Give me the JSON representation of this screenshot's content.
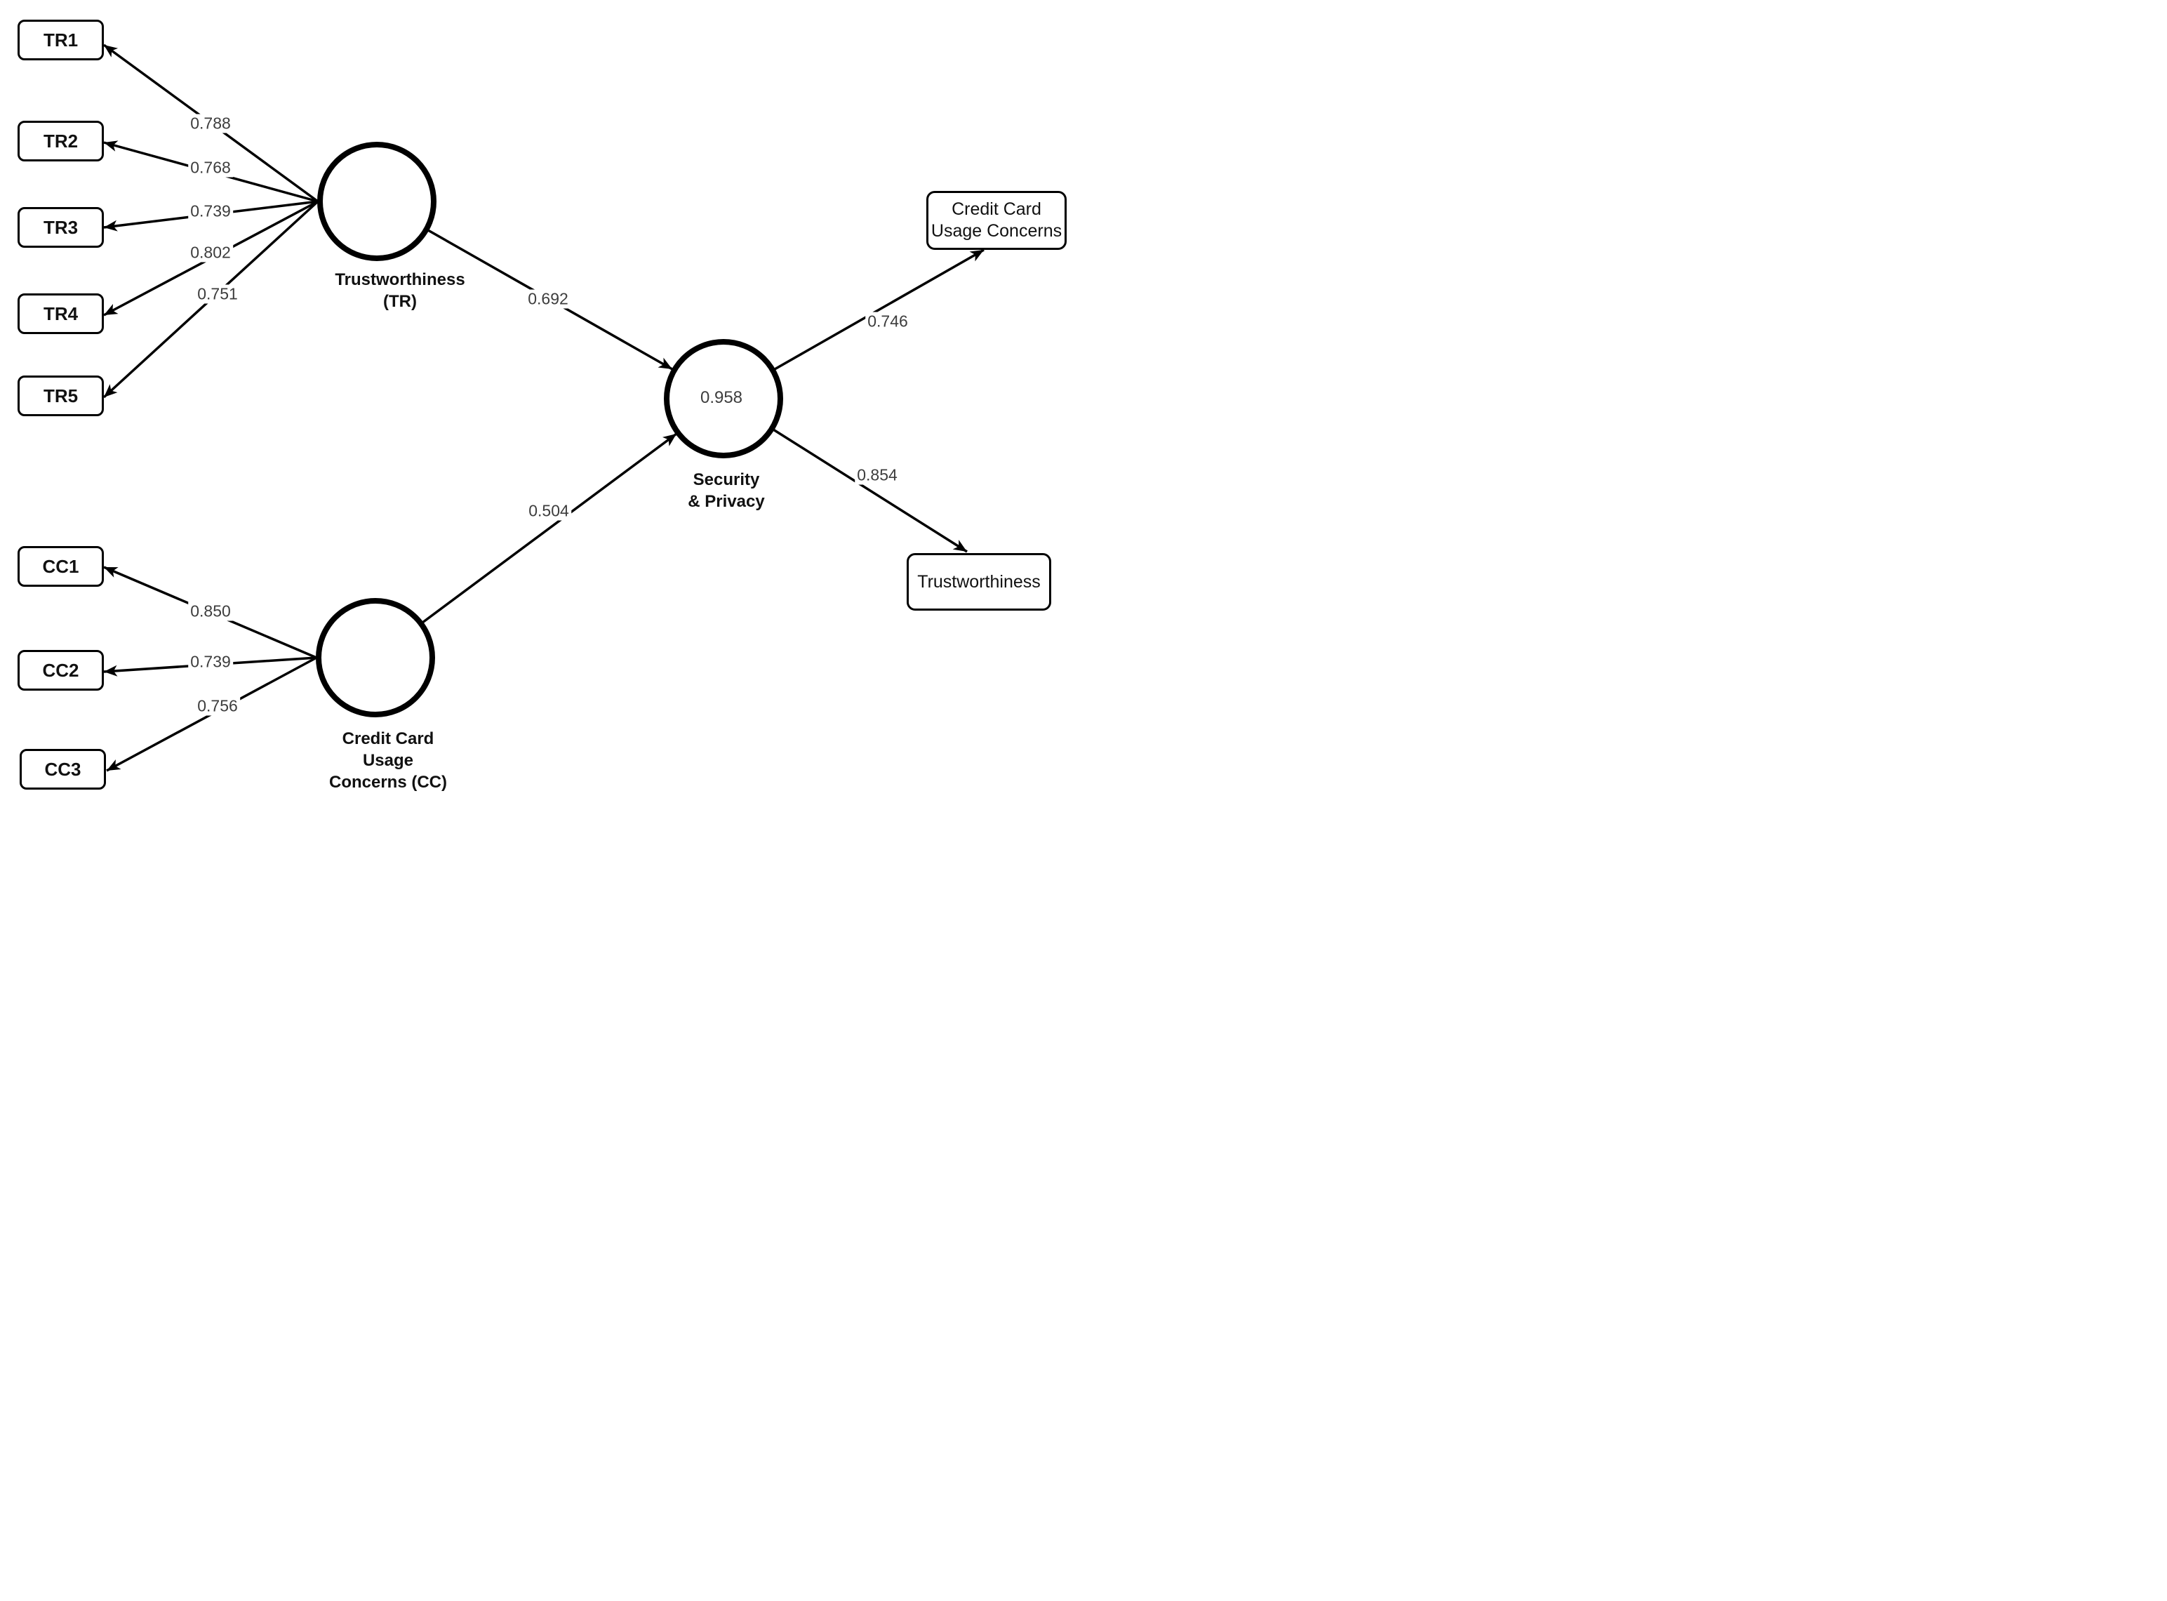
{
  "diagram": {
    "type": "sem-path-model",
    "colors": {
      "line": "#000000",
      "number_text": "#3d3d3d",
      "label_text": "#111111",
      "background": "#ffffff"
    },
    "latent": {
      "tr": {
        "name": "Trustworthiness (TR)",
        "lines": [
          "Trustworthiness",
          "(TR)"
        ]
      },
      "sp": {
        "name": "Security & Privacy",
        "lines": [
          "Security",
          "& Privacy"
        ],
        "r_squared": "0.958"
      },
      "cc": {
        "name": "Credit Card Usage Concerns (CC)",
        "lines": [
          "Credit Card",
          "Usage",
          "Concerns (CC)"
        ]
      }
    },
    "indicators": {
      "tr": [
        {
          "id": "TR1",
          "loading": "0.788"
        },
        {
          "id": "TR2",
          "loading": "0.768"
        },
        {
          "id": "TR3",
          "loading": "0.739"
        },
        {
          "id": "TR4",
          "loading": "0.802"
        },
        {
          "id": "TR5",
          "loading": "0.751"
        }
      ],
      "cc": [
        {
          "id": "CC1",
          "loading": "0.850"
        },
        {
          "id": "CC2",
          "loading": "0.739"
        },
        {
          "id": "CC3",
          "loading": "0.756"
        }
      ]
    },
    "paths": {
      "tr_to_sp": {
        "from": "Trustworthiness (TR)",
        "to": "Security & Privacy",
        "coefficient": "0.692"
      },
      "cc_to_sp": {
        "from": "Credit Card Usage Concerns (CC)",
        "to": "Security & Privacy",
        "coefficient": "0.504"
      }
    },
    "outcomes": [
      {
        "lines": [
          "Credit Card",
          "Usage Concerns"
        ],
        "coefficient": "0.746",
        "from": "Security & Privacy"
      },
      {
        "lines": [
          "Trustworthiness"
        ],
        "coefficient": "0.854",
        "from": "Security & Privacy"
      }
    ]
  }
}
